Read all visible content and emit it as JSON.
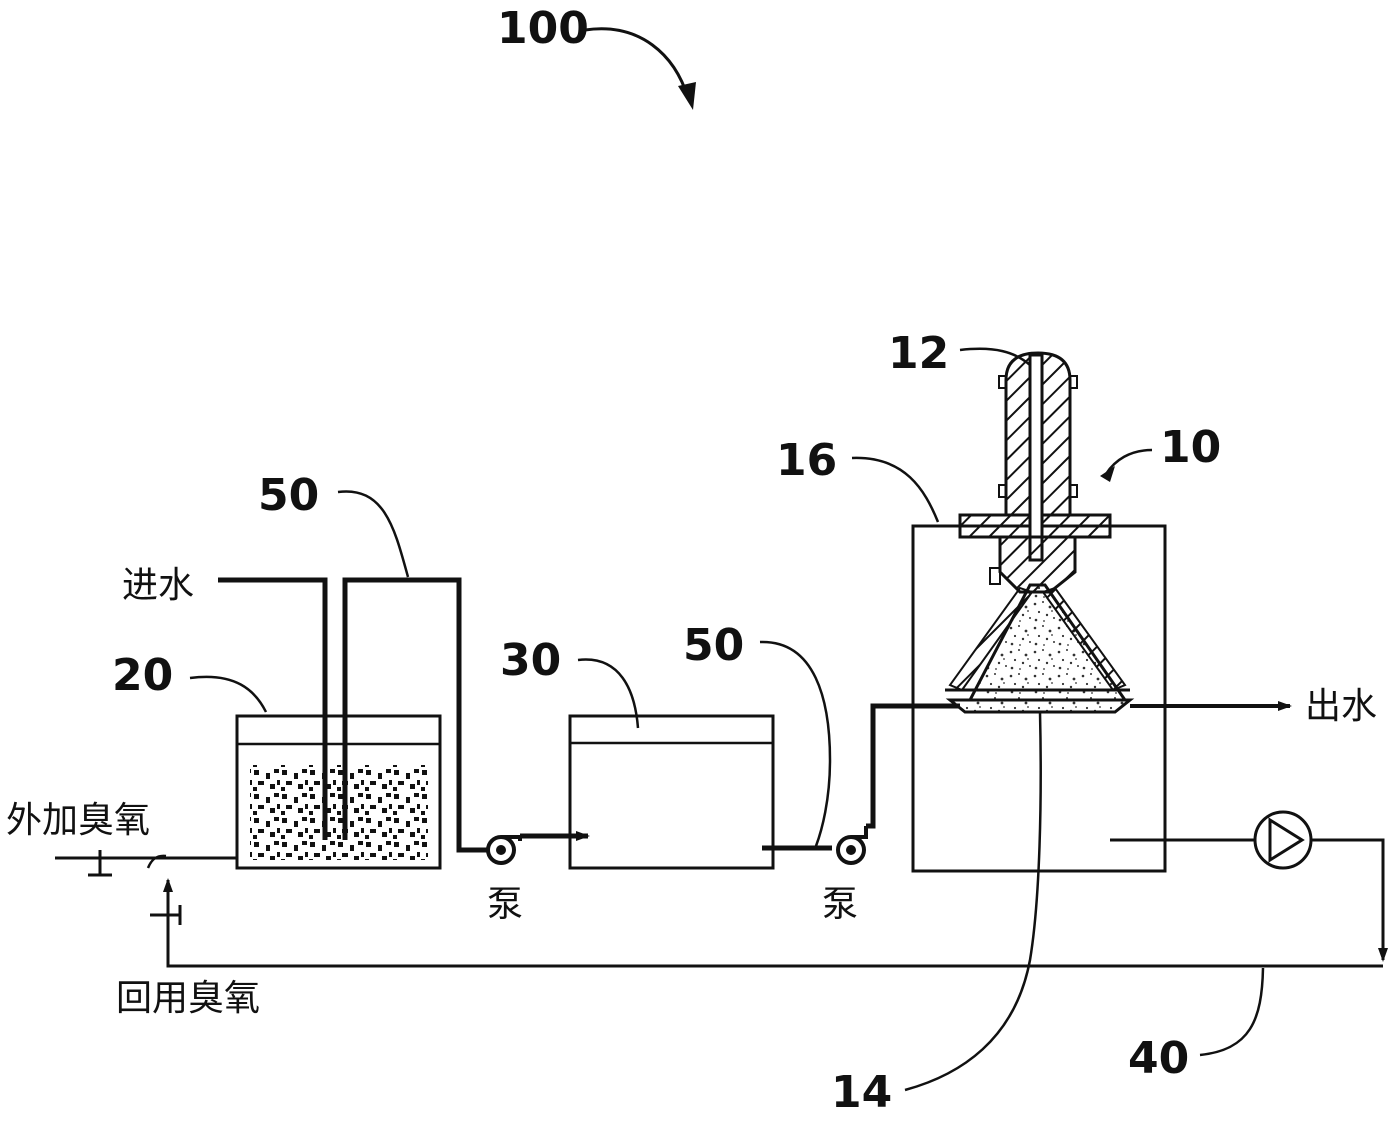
{
  "labels": {
    "system": "100",
    "reactor": "10",
    "lamp": "12",
    "catalyst": "14",
    "cover": "16",
    "tank20": "20",
    "tank30": "30",
    "pipe_a": "50",
    "pipe_b": "50",
    "recycle": "40",
    "water_in": "进水",
    "water_out": "出水",
    "ozone_added": "外加臭氧",
    "ozone_reuse": "回用臭氧",
    "pump_1": "泵",
    "pump_2": "泵"
  },
  "colors": {
    "line": "#111111",
    "background": "#ffffff"
  }
}
